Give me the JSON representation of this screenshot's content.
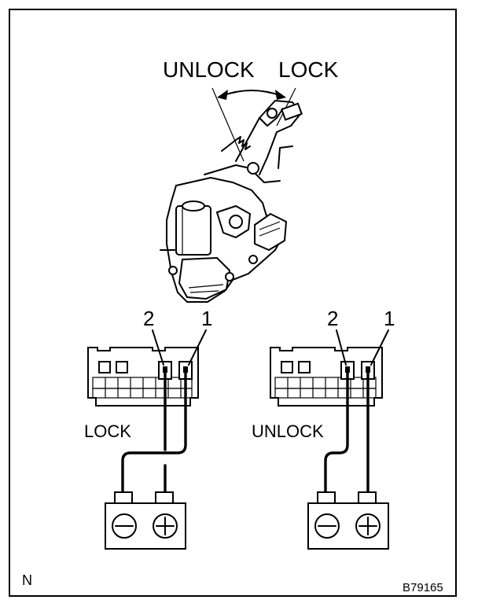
{
  "labels": {
    "actuator_unlock": "UNLOCK",
    "actuator_lock": "LOCK",
    "left_mode": "LOCK",
    "right_mode": "UNLOCK",
    "pin_2": "2",
    "pin_1": "1",
    "corner_letter": "N",
    "figure_code": "B79165"
  },
  "colors": {
    "line": "#000000",
    "background": "#ffffff"
  },
  "icons": {
    "minus": "minus-terminal-icon",
    "plus": "plus-terminal-icon"
  }
}
